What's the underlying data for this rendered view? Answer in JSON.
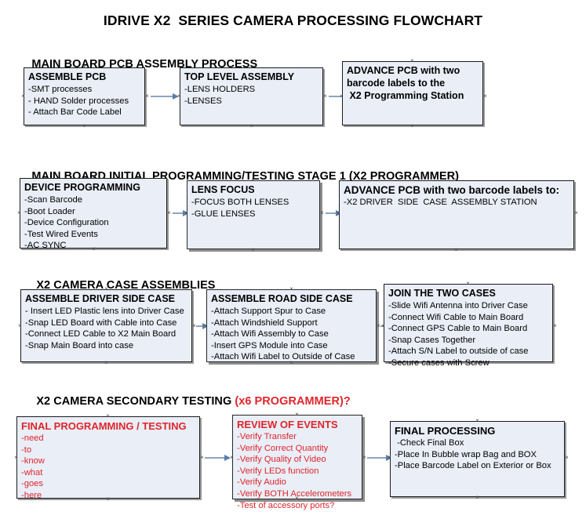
{
  "document": {
    "title": "IDRIVE X2  SERIES CAMERA PROCESSING FLOWCHART",
    "accent_red": "#e0252b",
    "box_fill": "#e9eef7",
    "connector_color": "#8ea4be"
  },
  "sections": [
    {
      "heading": "MAIN BOARD PCB ASSEMBLY PROCESS",
      "heading_suffix": "",
      "boxes": [
        {
          "title": "ASSEMBLE PCB",
          "lines": [
            "-SMT processes",
            "- HAND Solder processes",
            "- Attach Bar Code Label"
          ]
        },
        {
          "title": "TOP LEVEL ASSEMBLY",
          "lines": [
            "-LENS HOLDERS",
            "-LENSES"
          ]
        },
        {
          "title": "ADVANCE PCB with two",
          "lines": [
            "barcode labels to the",
            " X2 Programming Station"
          ]
        }
      ]
    },
    {
      "heading": "MAIN BOARD INITIAL PROGRAMMING/TESTING STAGE 1 (X2 PROGRAMMER)",
      "heading_suffix": "",
      "boxes": [
        {
          "title": "DEVICE PROGRAMMING",
          "lines": [
            "-Scan Barcode",
            "-Boot Loader",
            "-Device Configuration",
            "-Test Wired Events",
            "-AC SYNC"
          ]
        },
        {
          "title": "LENS FOCUS",
          "lines": [
            "-FOCUS BOTH LENSES",
            "-GLUE LENSES"
          ]
        },
        {
          "title": "ADVANCE PCB with two barcode labels to:",
          "lines": [
            "-X2 DRIVER  SIDE  CASE  ASSEMBLY STATION"
          ]
        }
      ]
    },
    {
      "heading": "X2 CAMERA CASE ASSEMBLIES",
      "heading_suffix": "",
      "boxes": [
        {
          "title": "ASSEMBLE DRIVER SIDE CASE",
          "lines": [
            "- Insert LED Plastic lens into Driver Case",
            "-Snap LED Board with Cable into Case",
            "-Connect LED Cable to X2 Main Board",
            "-Snap Main Board into case"
          ]
        },
        {
          "title": "ASSEMBLE ROAD SIDE CASE",
          "lines": [
            "-Attach Support Spur to Case",
            "-Attach Windshield Support",
            "-Attach Wifi Assembly to Case",
            "-Insert GPS Module into Case",
            "-Attach Wifi Label to Outside of Case"
          ]
        },
        {
          "title": "JOIN THE TWO CASES",
          "lines": [
            "-Slide Wifi Antenna into Driver Case",
            "-Connect Wifi Cable to Main Board",
            "-Connect GPS Cable to Main Board",
            "-Snap Cases Together",
            "-Attach S/N Label to outside of case",
            "-Secure cases with Screw"
          ]
        }
      ]
    },
    {
      "heading": "X2 CAMERA SECONDARY TESTING ",
      "heading_suffix": "(x6 PROGRAMMER)?",
      "boxes": [
        {
          "title": "FINAL PROGRAMMING / TESTING",
          "lines": [
            "-need",
            "-to",
            "-know",
            "-what",
            "-goes",
            "-here"
          ]
        },
        {
          "title": "REVIEW OF EVENTS",
          "lines": [
            "-Verify Transfer",
            "-Verify Correct Quantity",
            "-Verify Quality of Video",
            "-Verify LEDs function",
            "-Verify Audio",
            "-Verify BOTH Accelerometers",
            "-Test of accessory ports?"
          ]
        },
        {
          "title": "FINAL PROCESSING",
          "lines": [
            " -Check Final Box",
            "-Place In Bubble wrap Bag and BOX",
            "-Place Barcode Label on Exterior or Box"
          ]
        }
      ]
    }
  ]
}
